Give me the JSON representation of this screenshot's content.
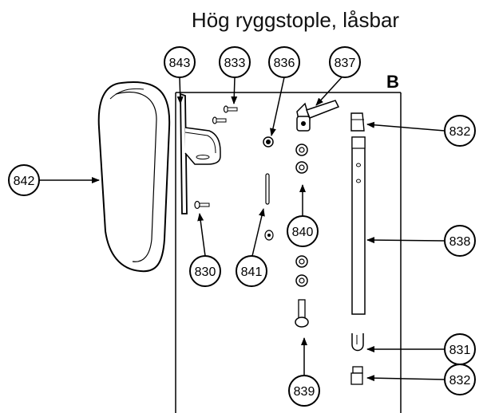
{
  "title": "Hög ryggstople, låsbar",
  "section_letter": "B",
  "callouts": {
    "c843": "843",
    "c833": "833",
    "c836": "836",
    "c837": "837",
    "c832_top": "832",
    "c842": "842",
    "c838": "838",
    "c840": "840",
    "c830": "830",
    "c841": "841",
    "c831": "831",
    "c839": "839",
    "c832_bottom": "832"
  }
}
